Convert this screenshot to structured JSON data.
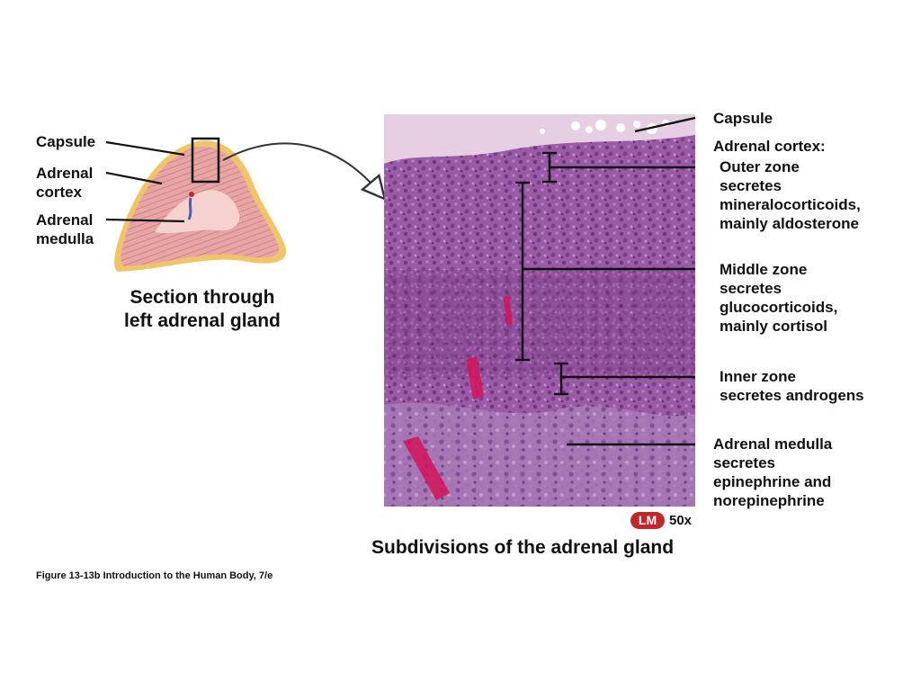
{
  "left_diagram": {
    "label_capsule": "Capsule",
    "label_cortex": "Adrenal\ncortex",
    "label_medulla": "Adrenal\nmedulla",
    "caption": "Section through\nleft adrenal gland"
  },
  "micrograph": {
    "label_capsule": "Capsule",
    "label_adrenal_cortex": "Adrenal cortex:",
    "outer_zone": "Outer zone\nsecretes\nmineralocorticoids,\nmainly aldosterone",
    "middle_zone": "Middle zone\nsecretes\nglucocorticoids,\nmainly cortisol",
    "inner_zone": "Inner zone\nsecretes androgens",
    "medulla": "Adrenal medulla\nsecretes\nepinephrine and\nnorepinephrine",
    "lm_badge": "LM",
    "magnification": "50x",
    "title": "Subdivisions of the adrenal gland"
  },
  "figure_caption": "Figure 13-13b  Introduction to the Human Body, 7/e",
  "colors": {
    "cortex_pink": "#e8a5a5",
    "medulla_pink": "#f6d2cf",
    "tissue_purple": "#8e4f9a",
    "capsule_pale": "#e6cfe3",
    "lm_red": "#c0282d",
    "gland_outline": "#f0c56a"
  }
}
